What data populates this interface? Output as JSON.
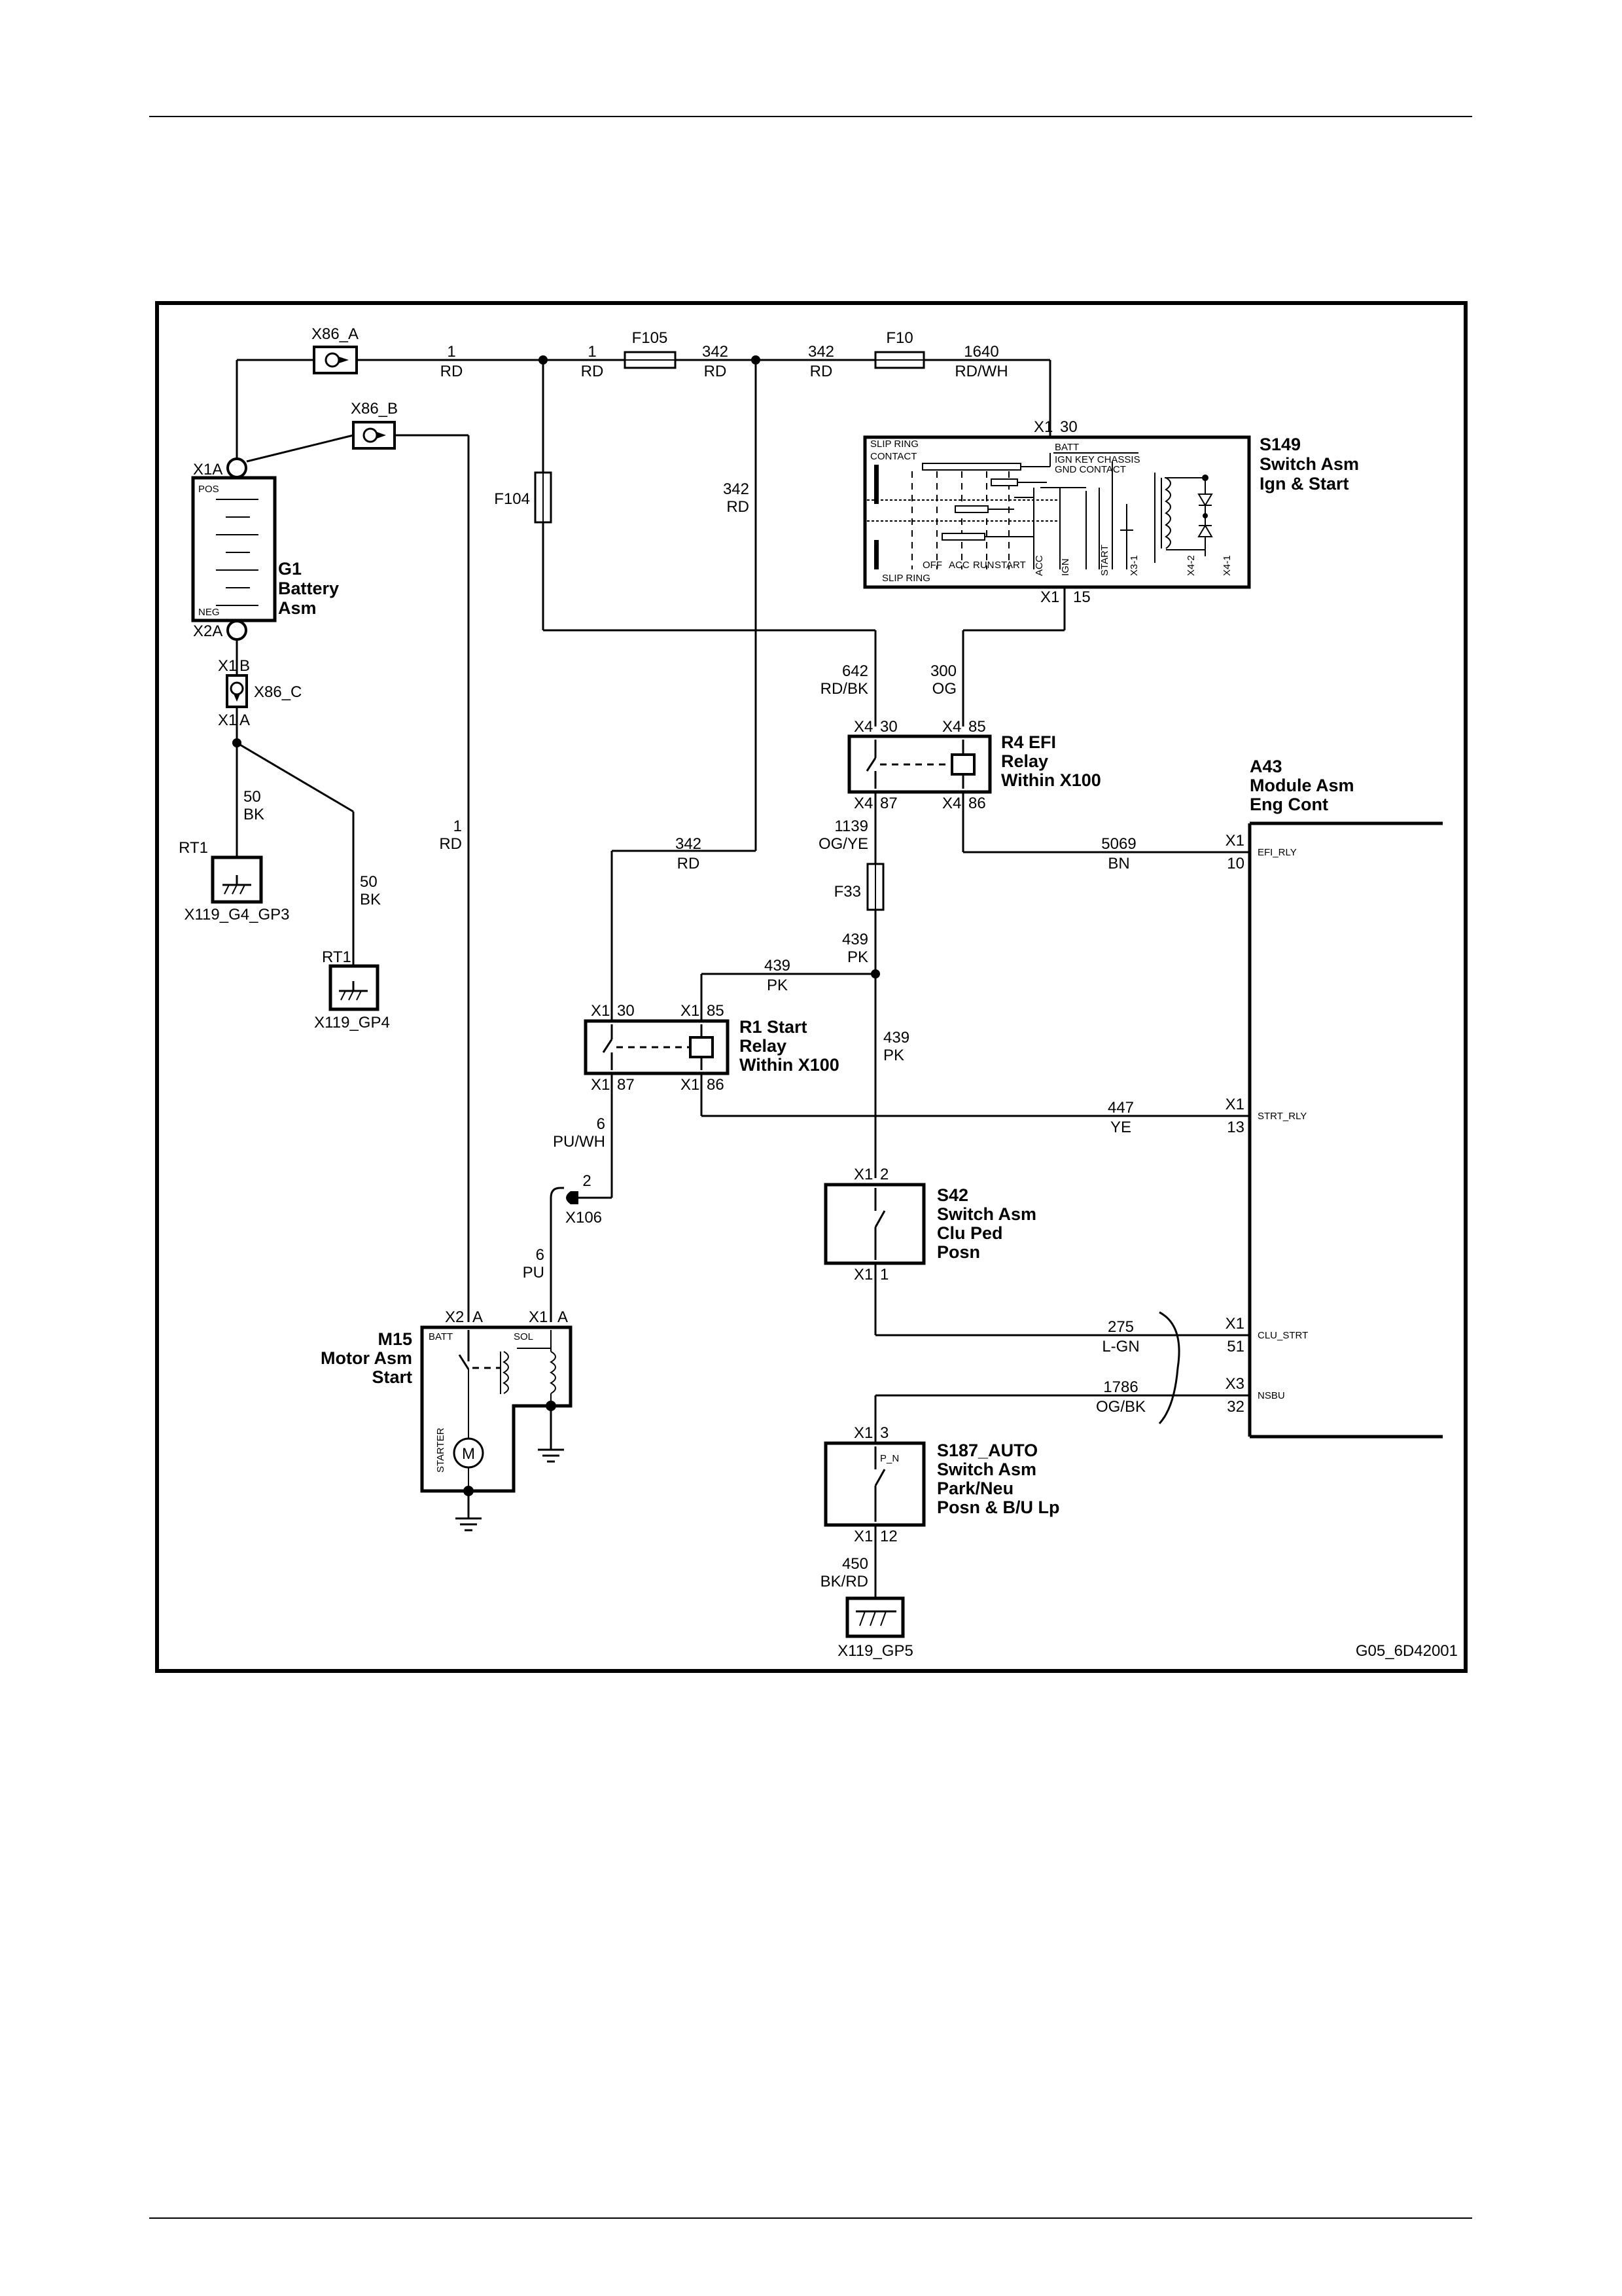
{
  "diagram_id": "G05_6D42001",
  "components": {
    "g1": {
      "ref": "G1",
      "l1": "Battery",
      "l2": "Asm",
      "pos": "POS",
      "neg": "NEG",
      "t1": "X1A",
      "t2": "X2A"
    },
    "s149": {
      "ref": "S149",
      "l1": "Switch Asm",
      "l2": "Ign & Start",
      "slip_top": "SLIP RING",
      "contact": "CONTACT",
      "batt": "BATT",
      "ign_key": "IGN KEY CHASSIS",
      "gnd_contact": "GND CONTACT",
      "off": "OFF",
      "acc": "ACC",
      "run": "RUN",
      "start": "START",
      "slip_bottom": "SLIP RING",
      "p_acc": "ACC",
      "p_ign": "IGN",
      "p_start": "START",
      "x3": "X3-1",
      "x42": "X4-2",
      "x41": "X4-1",
      "conn_top": "X1",
      "pin_top": "30",
      "conn_bot": "X1",
      "pin_bot": "15"
    },
    "r4": {
      "ref": "R4 EFI",
      "l1": "Relay",
      "l2": "Within X100",
      "c30": "X4",
      "p30": "30",
      "c85": "X4",
      "p85": "85",
      "c87": "X4",
      "p87": "87",
      "c86": "X4",
      "p86": "86"
    },
    "r1": {
      "ref": "R1 Start",
      "l1": "Relay",
      "l2": "Within X100",
      "c30": "X1",
      "p30": "30",
      "c85": "X1",
      "p85": "85",
      "c87": "X1",
      "p87": "87",
      "c86": "X1",
      "p86": "86"
    },
    "a43": {
      "ref": "A43",
      "l1": "Module Asm",
      "l2": "Eng Cont",
      "efi_rly": "EFI_RLY",
      "efi_conn": "X1",
      "efi_pin": "10",
      "strt_rly": "STRT_RLY",
      "strt_conn": "X1",
      "strt_pin": "13",
      "clu_strt": "CLU_STRT",
      "clu_conn": "X1",
      "clu_pin": "51",
      "nsbu": "NSBU",
      "nsbu_conn": "X3",
      "nsbu_pin": "32"
    },
    "s42": {
      "ref": "S42",
      "l1": "Switch Asm",
      "l2": "Clu Ped",
      "l3": "Posn",
      "c_top": "X1",
      "p_top": "2",
      "c_bot": "X1",
      "p_bot": "1"
    },
    "s187": {
      "ref": "S187_AUTO",
      "l1": "Switch Asm",
      "l2": "Park/Neu",
      "l3": "Posn & B/U Lp",
      "pn": "P_N",
      "c_top": "X1",
      "p_top": "3",
      "c_bot": "X1",
      "p_bot": "12"
    },
    "m15": {
      "ref": "M15",
      "l1": "Motor Asm",
      "l2": "Start",
      "batt": "BATT",
      "sol": "SOL",
      "starter": "STARTER",
      "motor": "M",
      "c_batt": "X2",
      "p_batt": "A",
      "c_sol": "X1",
      "p_sol": "A"
    }
  },
  "connectors": {
    "x86a": "X86_A",
    "x86b": "X86_B",
    "x86c": "X86_C",
    "x86c_top_c": "X1",
    "x86c_top_p": "B",
    "x86c_bot_c": "X1",
    "x86c_bot_p": "A",
    "x106": "X106",
    "x106_pin": "2"
  },
  "fuses": {
    "f105": "F105",
    "f10": "F10",
    "f104": "F104",
    "f33": "F33"
  },
  "grounds": {
    "rt1a": "RT1",
    "g4gp3": "X119_G4_GP3",
    "rt1b": "RT1",
    "gp4": "X119_GP4",
    "gp5": "X119_GP5"
  },
  "wires": [
    {
      "id": "w1a",
      "circuit": "1",
      "color": "RD"
    },
    {
      "id": "w1b",
      "circuit": "1",
      "color": "RD"
    },
    {
      "id": "w342a",
      "circuit": "342",
      "color": "RD"
    },
    {
      "id": "w342b",
      "circuit": "342",
      "color": "RD"
    },
    {
      "id": "w1640",
      "circuit": "1640",
      "color": "RD/WH"
    },
    {
      "id": "w342c",
      "circuit": "342",
      "color": "RD"
    },
    {
      "id": "w642",
      "circuit": "642",
      "color": "RD/BK"
    },
    {
      "id": "w300",
      "circuit": "300",
      "color": "OG"
    },
    {
      "id": "w1139",
      "circuit": "1139",
      "color": "OG/YE"
    },
    {
      "id": "w5069",
      "circuit": "5069",
      "color": "BN"
    },
    {
      "id": "w342d",
      "circuit": "342",
      "color": "RD"
    },
    {
      "id": "w439a",
      "circuit": "439",
      "color": "PK"
    },
    {
      "id": "w439b",
      "circuit": "439",
      "color": "PK"
    },
    {
      "id": "w439c",
      "circuit": "439",
      "color": "PK"
    },
    {
      "id": "w447",
      "circuit": "447",
      "color": "YE"
    },
    {
      "id": "w6a",
      "circuit": "6",
      "color": "PU/WH"
    },
    {
      "id": "w6b",
      "circuit": "6",
      "color": "PU"
    },
    {
      "id": "w1c",
      "circuit": "1",
      "color": "RD"
    },
    {
      "id": "w50a",
      "circuit": "50",
      "color": "BK"
    },
    {
      "id": "w50b",
      "circuit": "50",
      "color": "BK"
    },
    {
      "id": "w275",
      "circuit": "275",
      "color": "L-GN"
    },
    {
      "id": "w1786",
      "circuit": "1786",
      "color": "OG/BK"
    },
    {
      "id": "w450",
      "circuit": "450",
      "color": "BK/RD"
    }
  ]
}
